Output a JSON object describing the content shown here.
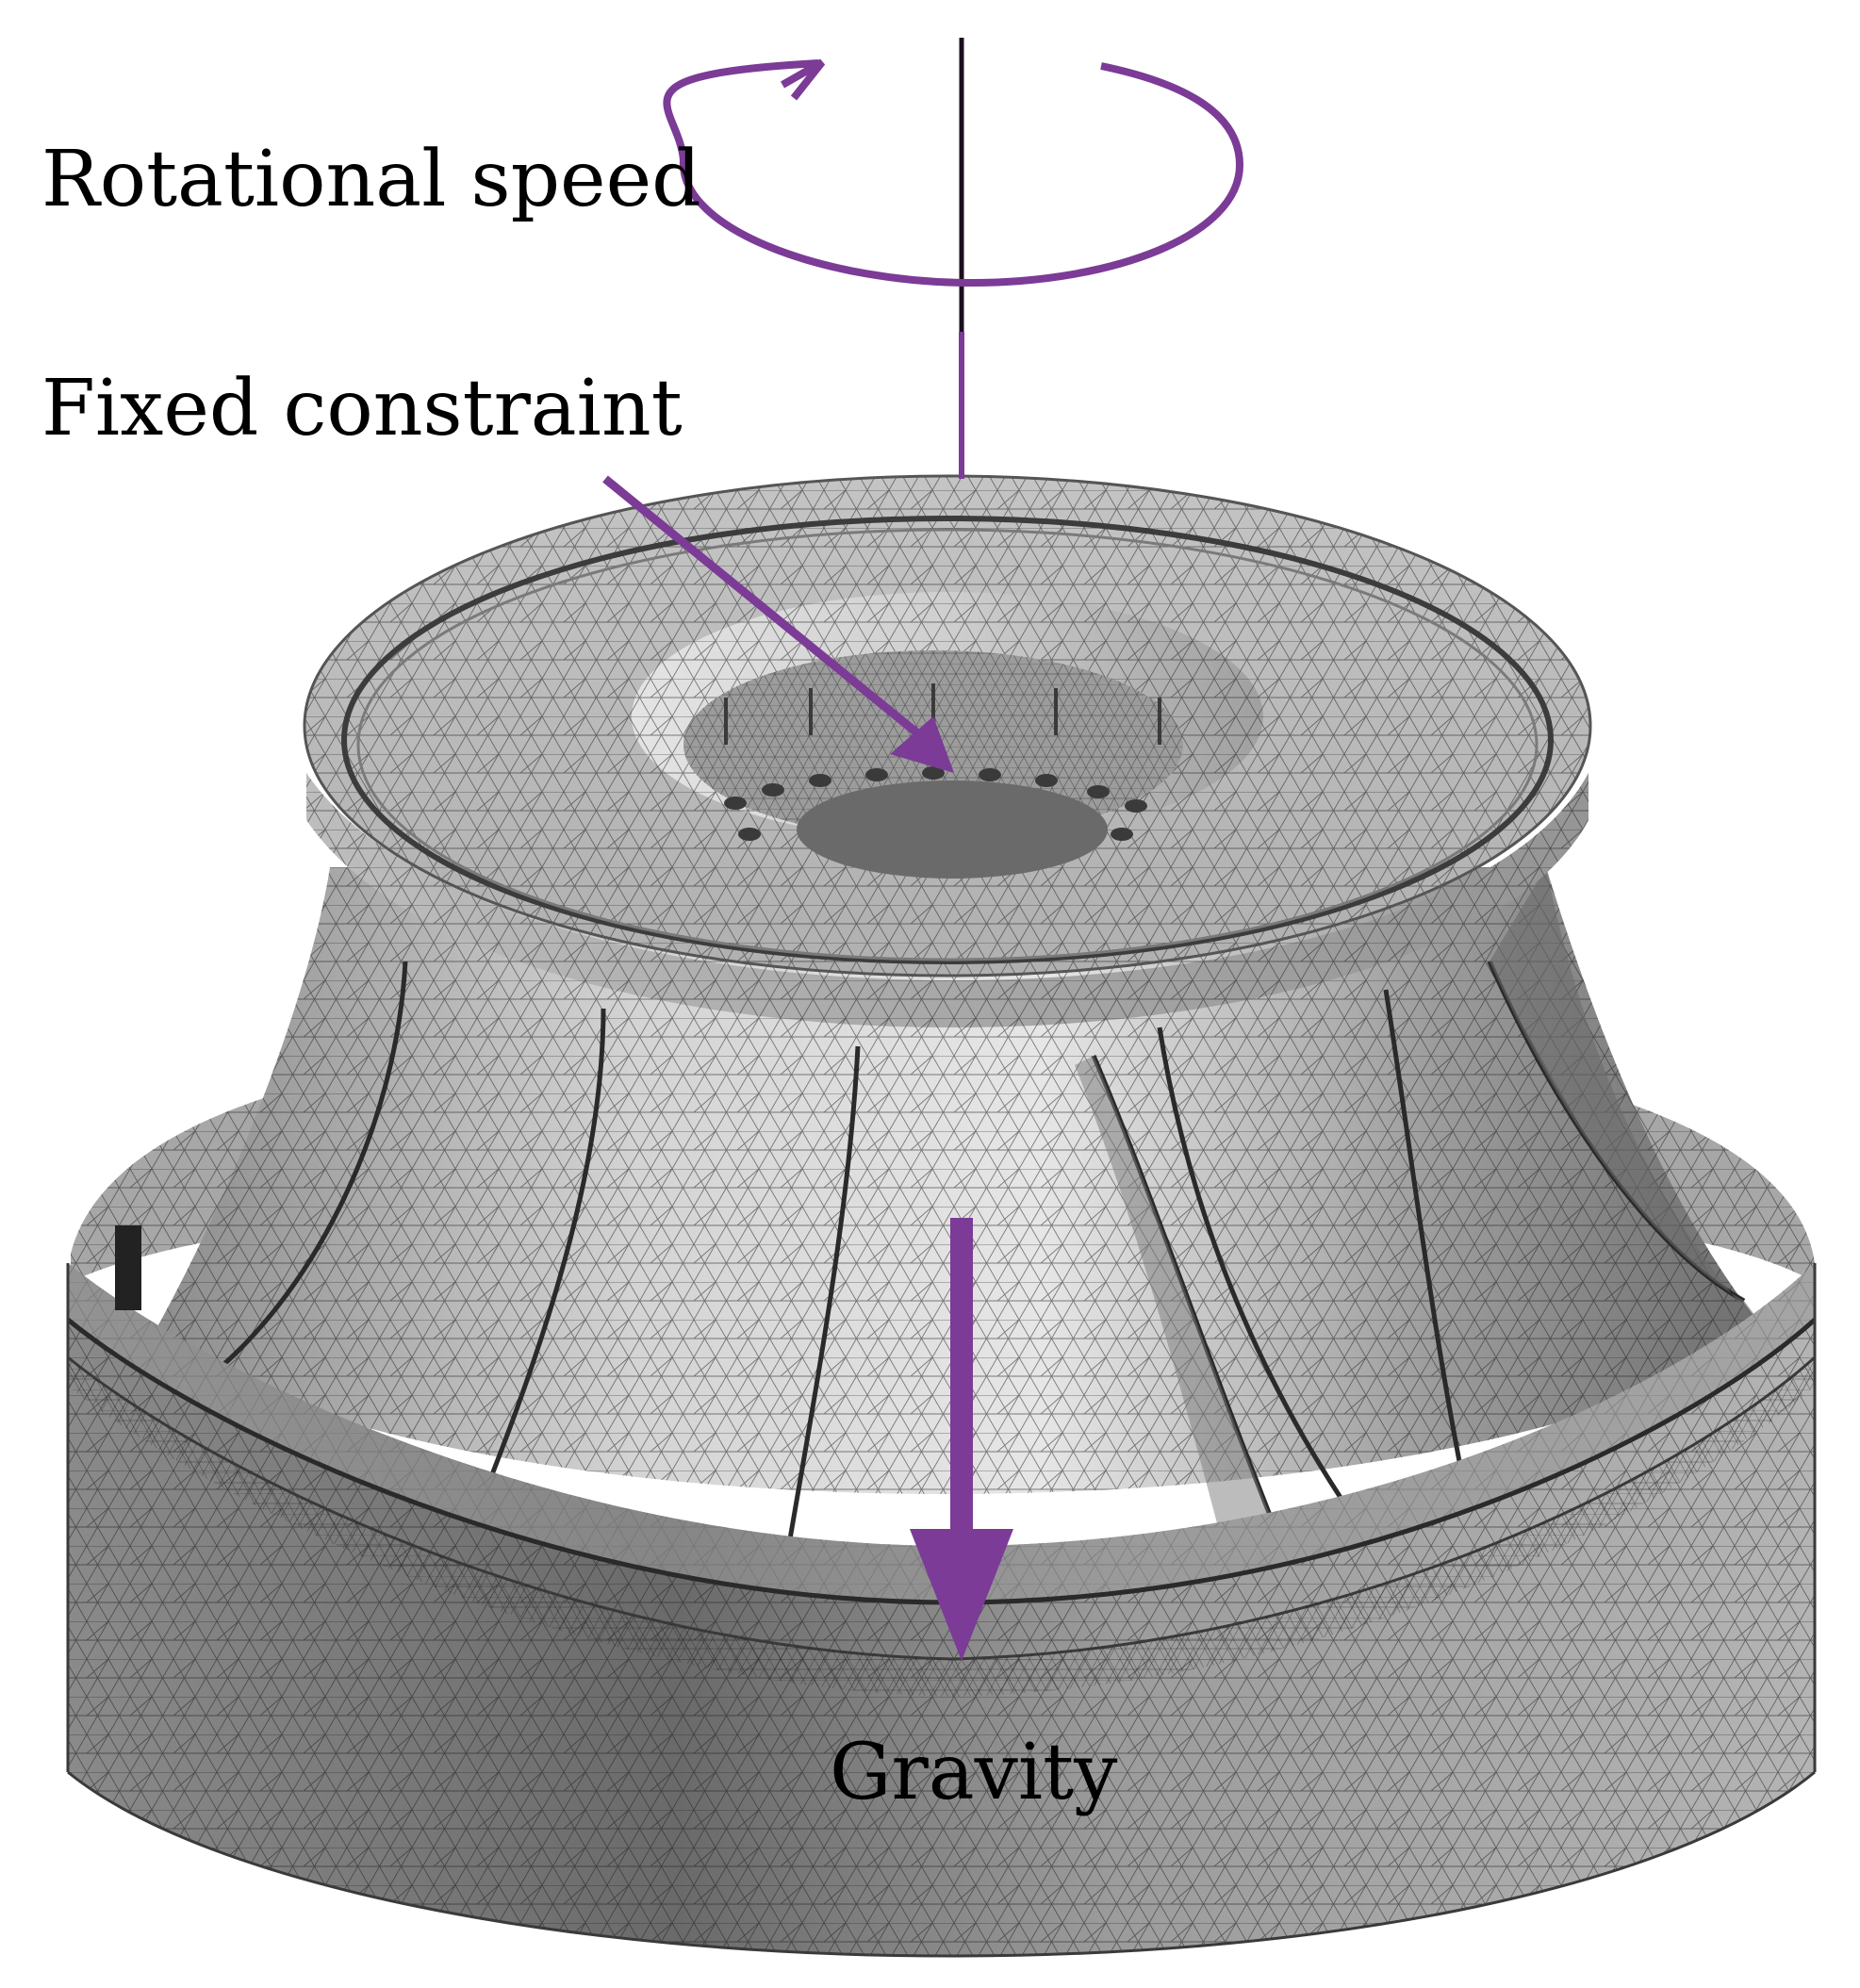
{
  "labels": {
    "rotational_speed": "Rotational speed",
    "fixed_constraint": "Fixed constraint",
    "gravity": "Gravity"
  },
  "colors": {
    "annotation": "#7b3b96",
    "axis": "#1a0f1c",
    "mesh_line": "#1e1e1e",
    "metal_light": "#d6d6d6",
    "metal_mid": "#a9a9a9",
    "metal_dark": "#5c5c5c"
  },
  "icons": [
    "rotation-arrow-icon",
    "axis-line",
    "constraint-arrow-icon",
    "gravity-arrow-icon"
  ]
}
